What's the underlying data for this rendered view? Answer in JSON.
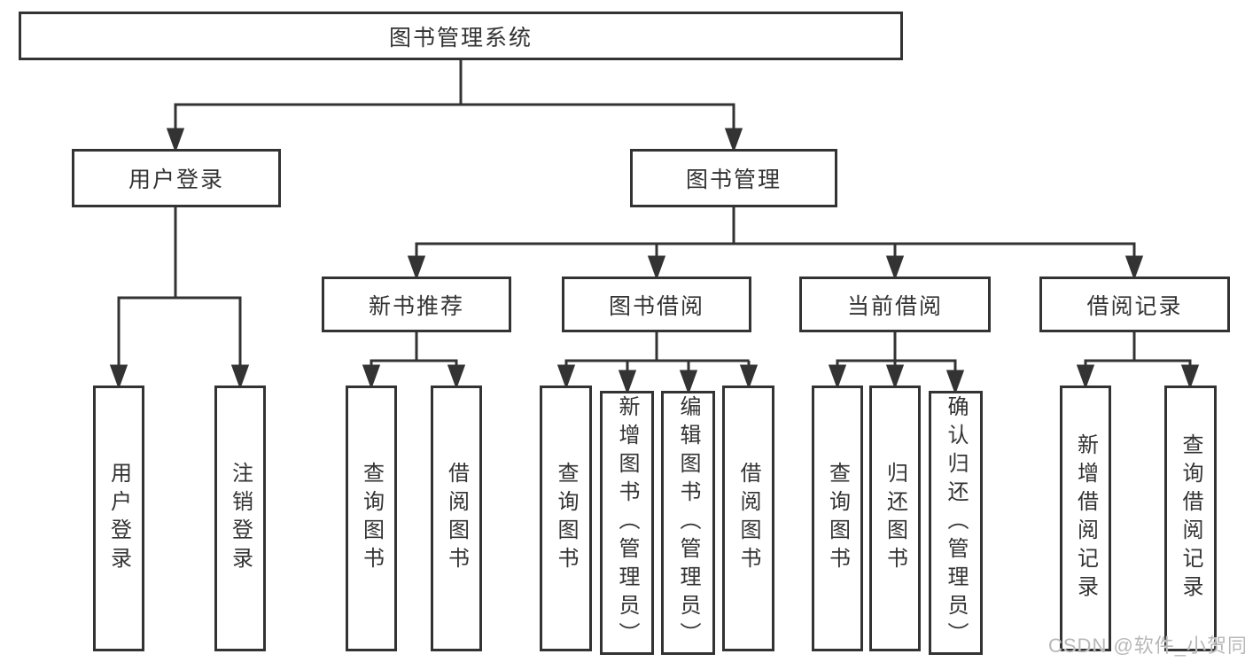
{
  "diagram": {
    "root": {
      "label": "图书管理系统"
    },
    "branches": [
      {
        "label": "用户登录",
        "leaves": [
          {
            "label": "用户登录"
          },
          {
            "label": "注销登录"
          }
        ]
      },
      {
        "label": "图书管理",
        "groups": [
          {
            "label": "新书推荐",
            "leaves": [
              {
                "label": "查询图书"
              },
              {
                "label": "借阅图书"
              }
            ]
          },
          {
            "label": "图书借阅",
            "leaves": [
              {
                "label": "查询图书"
              },
              {
                "label": "新增图书（管理员）"
              },
              {
                "label": "编辑图书（管理员）"
              },
              {
                "label": "借阅图书"
              }
            ]
          },
          {
            "label": "当前借阅",
            "leaves": [
              {
                "label": "查询图书"
              },
              {
                "label": "归还图书"
              },
              {
                "label": "确认归还（管理员）"
              }
            ]
          },
          {
            "label": "借阅记录",
            "leaves": [
              {
                "label": "新增借阅记录"
              },
              {
                "label": "查询借阅记录"
              }
            ]
          }
        ]
      }
    ]
  },
  "watermark": {
    "label": "CSDN @软件_小贺同学"
  },
  "colors": {
    "line": "#333333",
    "text": "#333333",
    "background": "#ffffff",
    "watermark": "#b8b8b8"
  }
}
